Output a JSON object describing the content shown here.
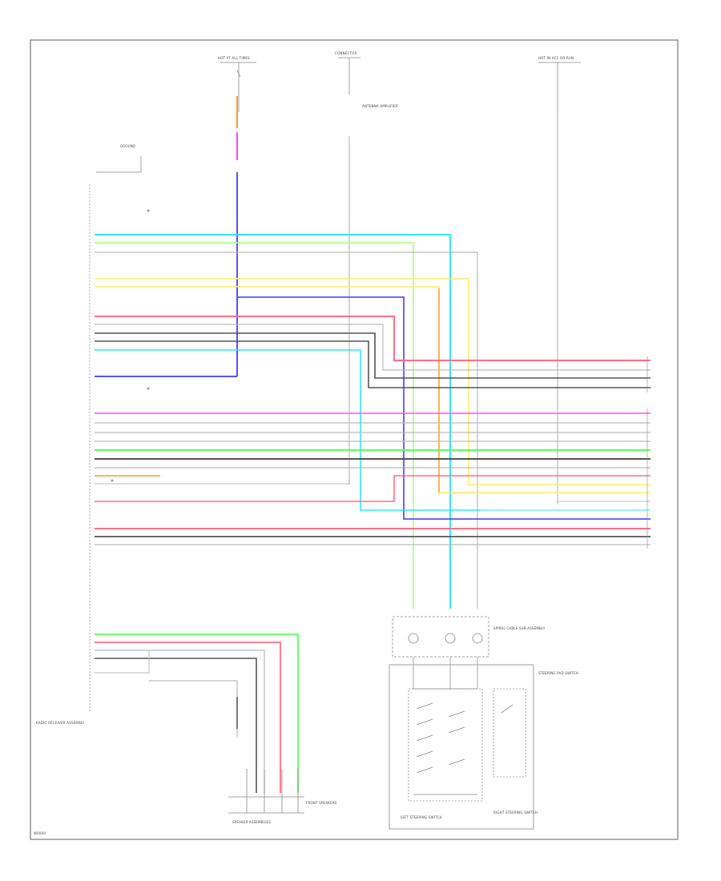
{
  "colors": {
    "frame": "#777777",
    "wire_gray": "#b0b0b0",
    "wire_dark": "#555555",
    "red": "#ff6f86",
    "pink": "#ff66ff",
    "cyan": "#33e6ff",
    "green": "#5aff5a",
    "lightgreen": "#a8ff80",
    "yellow": "#ffee66",
    "orange": "#ff9a33",
    "blue": "#5555ff",
    "magenta": "#ff44ff",
    "lightcyan": "#99f0ff"
  },
  "labels": {
    "top_left_fuse": "HOT AT ALL TIMES",
    "top_mid": "CONNECTOR",
    "top_right_fuse": "HOT IN ACC OR RUN",
    "ground": "GROUND",
    "radio_receiver": "RADIO RECEIVER ASSEMBLY",
    "antenna_unit": "ANTENNA AMPLIFIER",
    "steering_pad": "STEERING PAD SWITCH",
    "spiral_cable": "SPIRAL CABLE SUB-ASSEMBLY",
    "right_steering_switch": "RIGHT STEERING SWITCH",
    "left_steering_switch": "LEFT STEERING SWITCH",
    "front_speakers": "FRONT SPEAKERS",
    "bottom_speakers": "SPEAKER ASSEMBLIES",
    "page_number": "W0000"
  }
}
